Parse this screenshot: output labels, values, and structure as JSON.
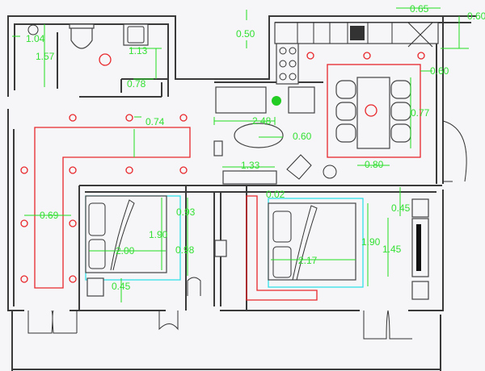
{
  "plan": {
    "colors": {
      "walls": "#3a3a3a",
      "lights": "#e8262a",
      "dimensions": "#22dd22",
      "bed_zone": "#35e0ea",
      "background": "#f6f6f8"
    },
    "dimensions": {
      "bath_width": "1.04",
      "bath_height": "1.57",
      "wc_counter": "1.13",
      "wc_step": "0.78",
      "sofa_gap": "0.74",
      "kitchen_depth": "0.50",
      "corner_width": "0.65",
      "corner_height": "0.60",
      "kitchen_gap": "0.60",
      "sofa_length": "2.48",
      "table_radius": "0.60",
      "tv_unit": "1.33",
      "dining_length": "0.77",
      "dining_width": "0.80",
      "armchair_gap": "0.02",
      "corridor_width": "0.69",
      "wardrobe_top": "0.93",
      "bed1_length": "1.90",
      "bed1_width": "2.00",
      "wardrobe_bottom": "0.98",
      "bed1_side": "0.45",
      "bed2_width": "2.17",
      "bed2_length": "1.90",
      "desk_length": "1.45",
      "desk_gap": "0.45"
    }
  }
}
